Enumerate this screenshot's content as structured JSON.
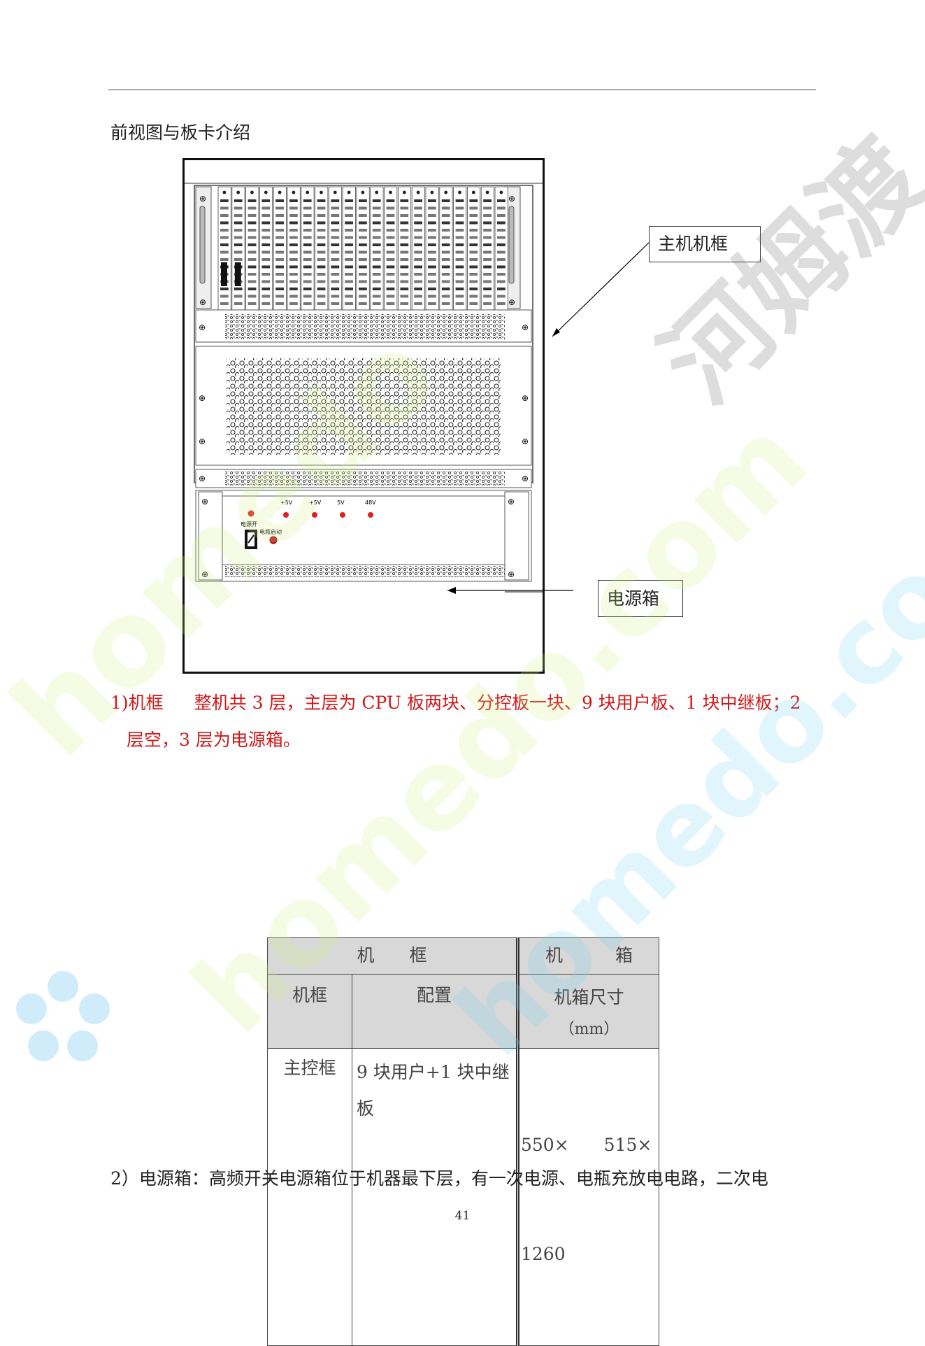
{
  "section_title": "前视图与板卡介绍",
  "figure": {
    "callout_frame": "主机机框",
    "callout_psu": "电源箱",
    "voltages": [
      "+5V",
      "+5V",
      "5V",
      "48V"
    ],
    "psu_switch_label": "电源开",
    "psu_start_label": "电瓶启动"
  },
  "para1": {
    "lead": "1)机框",
    "line1": "整机共 3 层，主层为 CPU 板两块、分控板一块、9 块用户板、1 块中继板；2",
    "line2": "层空，3 层为电源箱。"
  },
  "table": {
    "h_frame": "机　　框",
    "h_box": "机　　　箱",
    "c_frame": "机框",
    "c_config": "配置",
    "c_size1": "机箱尺寸",
    "c_size2": "（mm）",
    "r_frame": "主控框",
    "r_config1": "9 块用户+1 块中继",
    "r_config2": "板",
    "r_size1": "550×　　515×",
    "r_size2": "1260"
  },
  "para2": "2）电源箱：高频开关电源箱位于机器最下层，有一次电源、电瓶充放电电路，二次电",
  "page_number": "41",
  "watermark": {
    "cn": "河姆渡",
    "en1": "homedo",
    "en2": "homedo.com"
  }
}
